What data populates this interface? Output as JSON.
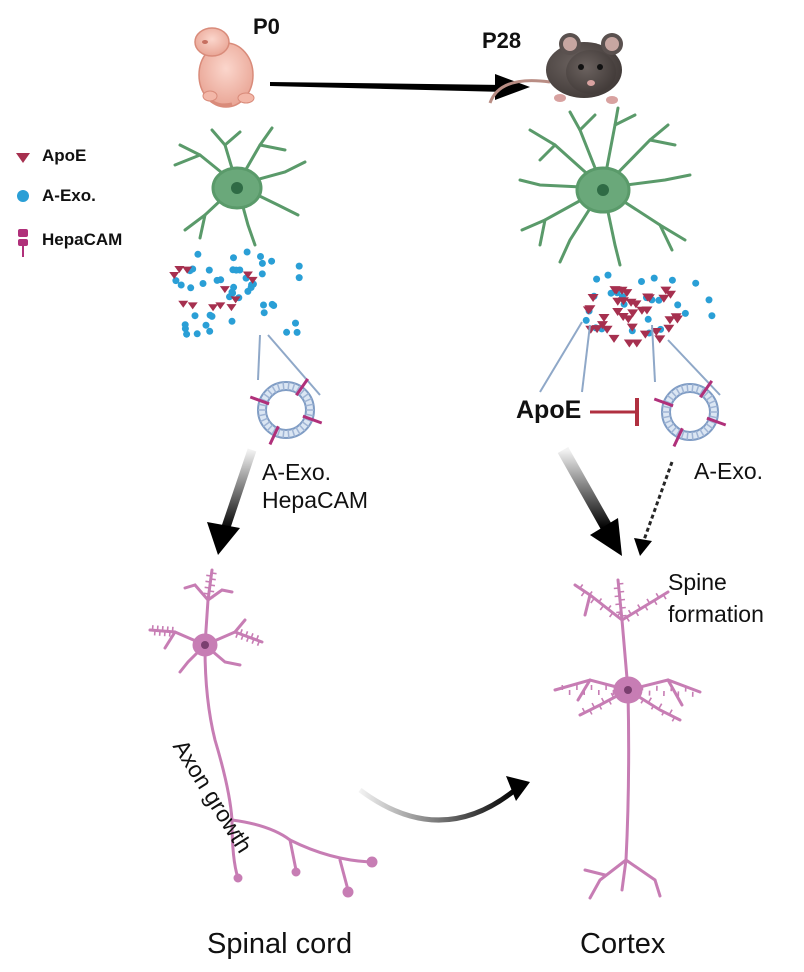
{
  "stages": {
    "early": "P0",
    "late": "P28"
  },
  "legend": [
    {
      "label": "ApoE",
      "icon": "triangle-icon",
      "color": "#a6304f"
    },
    {
      "label": "A-Exo.",
      "icon": "circle-icon",
      "color": "#2a9fd6"
    },
    {
      "label": "HepaCAM",
      "icon": "receptor-icon",
      "color": "#b0307a"
    }
  ],
  "left_path": {
    "line1": "A-Exo.",
    "line2": "HepaCAM"
  },
  "right_path": {
    "apoe": "ApoE",
    "exo": "A-Exo."
  },
  "outcomes": {
    "axon": "Axon growth",
    "spine_line1": "Spine",
    "spine_line2": "formation"
  },
  "regions": {
    "left": "Spinal cord",
    "right": "Cortex"
  },
  "colors": {
    "astrocyte": "#5a9a6a",
    "neuron": "#c77db4",
    "apoe": "#a6304f",
    "exosome": "#2a9fd6",
    "inhibit": "#b03040",
    "arrow": "#111111"
  }
}
